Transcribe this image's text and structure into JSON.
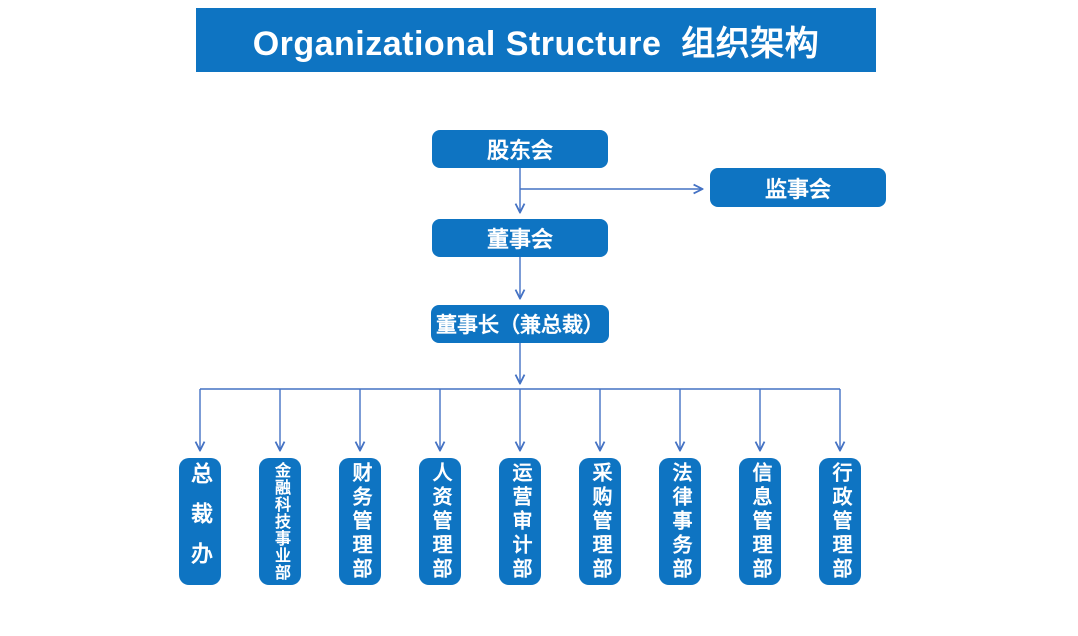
{
  "title": "Organizational Structure  组织架构",
  "colors": {
    "primary_blue": "#0e74c2",
    "connector_blue": "#4472c4",
    "text_on_blue": "#ffffff",
    "background": "#ffffff"
  },
  "nodes": {
    "shareholders": {
      "label": "股东会"
    },
    "supervisory": {
      "label": "监事会"
    },
    "board": {
      "label": "董事会"
    },
    "chairman": {
      "label": "董事长（兼总裁）"
    }
  },
  "departments": [
    {
      "label": "总裁办"
    },
    {
      "label": "金融科技事业部"
    },
    {
      "label": "财务管理部"
    },
    {
      "label": "人资管理部"
    },
    {
      "label": "运营审计部"
    },
    {
      "label": "采购管理部"
    },
    {
      "label": "法律事务部"
    },
    {
      "label": "信息管理部"
    },
    {
      "label": "行政管理部"
    }
  ]
}
